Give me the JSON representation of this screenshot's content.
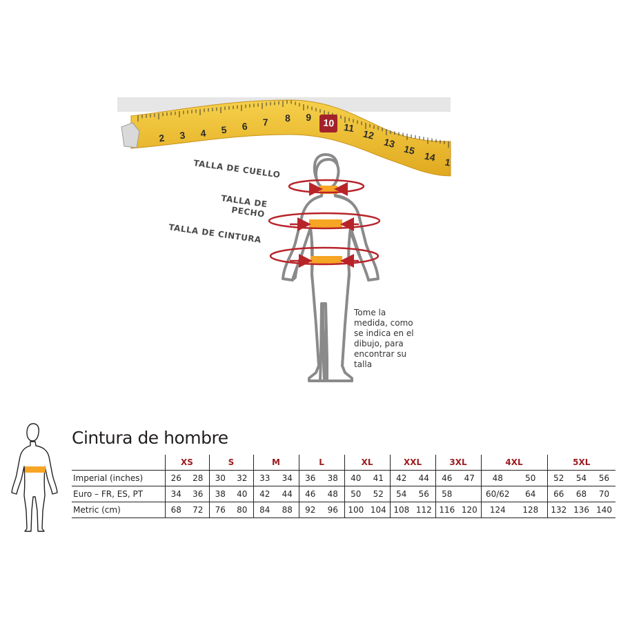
{
  "tape": {
    "numbers": [
      "2",
      "3",
      "4",
      "5",
      "6",
      "7",
      "8",
      "9",
      "10",
      "11",
      "12",
      "13",
      "15",
      "14",
      "1"
    ],
    "highlighted": "10"
  },
  "measure_labels": {
    "neck": "TALLA DE CUELLO",
    "chest_line1": "TALLA DE",
    "chest_line2": "PECHO",
    "waist": "TALLA DE CINTURA"
  },
  "note_lines": [
    "Tome la",
    "medida, como",
    "se indica en el",
    "dibujo, para",
    "encontrar su",
    "talla"
  ],
  "title": "Cintura de hombre",
  "table": {
    "sizes": [
      "XS",
      "S",
      "M",
      "L",
      "XL",
      "XXL",
      "3XL",
      "4XL",
      "5XL"
    ],
    "rows": [
      {
        "label": "Imperial (inches)",
        "values": [
          "26",
          "28",
          "30",
          "32",
          "33",
          "34",
          "36",
          "38",
          "40",
          "41",
          "42",
          "44",
          "46",
          "47",
          "48",
          "50",
          "52",
          "54",
          "56"
        ]
      },
      {
        "label": "Euro – FR, ES, PT",
        "values": [
          "34",
          "36",
          "38",
          "40",
          "42",
          "44",
          "46",
          "48",
          "50",
          "52",
          "54",
          "56",
          "58",
          "",
          "60/62",
          "64",
          "66",
          "68",
          "70"
        ]
      },
      {
        "label": "Metric  (cm)",
        "values": [
          "68",
          "72",
          "76",
          "80",
          "84",
          "88",
          "92",
          "96",
          "100",
          "104",
          "108",
          "112",
          "116",
          "120",
          "124",
          "128",
          "132",
          "136",
          "140"
        ]
      }
    ]
  },
  "colors": {
    "accent_red": "#b8232a",
    "band_orange": "#f7a524",
    "figure_gray": "#8a8a8a",
    "tape_yellow": "#f2c230",
    "header_red": "#9b1b1e"
  }
}
